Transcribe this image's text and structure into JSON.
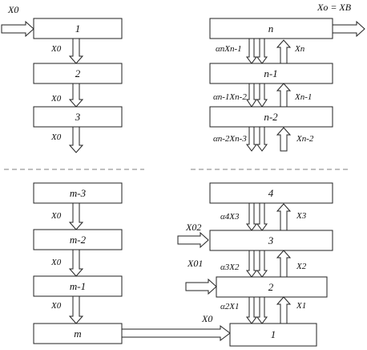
{
  "boxes": {
    "b1": "1",
    "b2": "2",
    "b3": "3",
    "bn": "n",
    "bn1": "n-1",
    "bn2": "n-2",
    "bm3": "m-3",
    "bm2": "m-2",
    "bm1": "m-1",
    "bm": "m",
    "r4": "4",
    "r3": "3",
    "r2": "2",
    "r1": "1"
  },
  "labels": {
    "x0_input_topleft": "X0",
    "x0_1_2": "X0",
    "x0_2_3": "X0",
    "x0_3_out": "X0",
    "output_eq": "Xo = XB",
    "alpha_n": "αnXn-1",
    "xn": "Xn",
    "alpha_n1": "αn-1Xn-2",
    "xn1": "Xn-1",
    "alpha_n2": "αn-2Xn-3",
    "xn2": "Xn-2",
    "x0_m3": "X0",
    "x0_m2": "X0",
    "x0_m1": "X0",
    "alpha4": "α4X3",
    "x3": "X3",
    "x02": "X02",
    "alpha3": "α3X2",
    "x2": "X2",
    "x01": "X01",
    "alpha2": "α2X1",
    "x1": "X1",
    "x0_bottom": "X0"
  }
}
